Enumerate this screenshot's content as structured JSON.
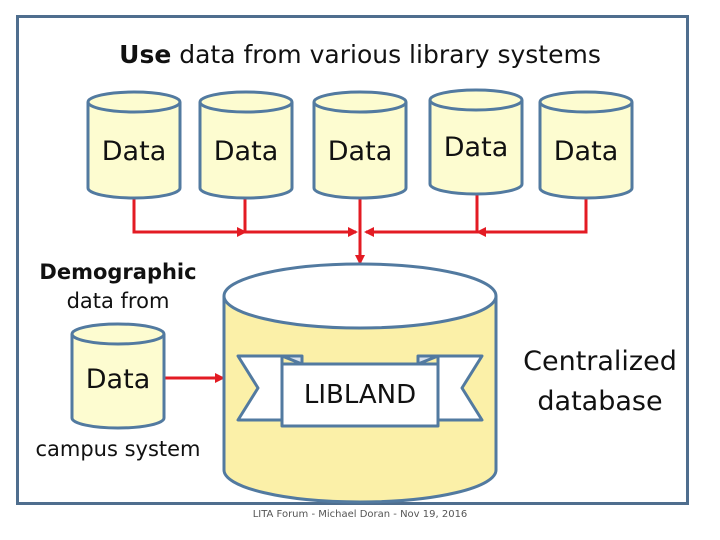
{
  "title": {
    "bold": "Use",
    "rest": " data from various library systems"
  },
  "sources": [
    {
      "label": "Data"
    },
    {
      "label": "Data"
    },
    {
      "label": "Data"
    },
    {
      "label": "Data"
    },
    {
      "label": "Data"
    }
  ],
  "campus": {
    "top_bold": "Demographic",
    "top_line2": "data from",
    "cylinder_label": "Data",
    "bottom": "campus system"
  },
  "central": {
    "banner_label": "LIBLAND",
    "side_line1": "Centralized",
    "side_line2": "database"
  },
  "footer": "LITA Forum - Michael Doran - Nov 19, 2016",
  "colors": {
    "cylinder_fill": "#fdfcd0",
    "cylinder_stroke": "#527aa0",
    "central_fill": "#fbf0a8",
    "central_top": "#ffffff",
    "connector": "#e31b23",
    "frame": "#4f6e8e"
  }
}
